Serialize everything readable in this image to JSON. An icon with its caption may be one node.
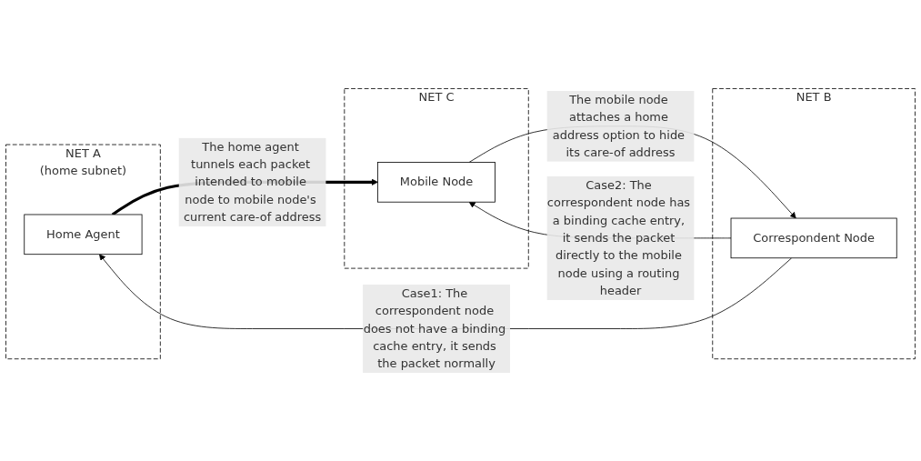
{
  "diagram": {
    "nodes": [
      {
        "text": [
          "NET A",
          "(home subnet)"
        ]
      },
      {
        "text": [
          "Home Agent"
        ],
        "in": 0
      },
      {
        "text": [
          "NET B"
        ]
      },
      {
        "text": [
          "Correspondent Node"
        ],
        "in": 2
      },
      {
        "text": [
          "NET C"
        ]
      },
      {
        "text": [
          "Mobile Node"
        ],
        "in": 4
      }
    ],
    "edges": [
      {
        "from": 3,
        "to": 1,
        "arrow": "to",
        "label": "Case1: The correspondent node does not have a binding cache entry, it sends the packet normally"
      },
      {
        "from": 5,
        "to": 3,
        "arrow": "to",
        "label": "The mobile node attaches a home address option to hide its care-of address"
      },
      {
        "from": 3,
        "to": 5,
        "arrow": "to",
        "label": "Case2: The correspondent node has a binding cache entry, it sends the packet directly to the mobile node using a routing header"
      },
      {
        "from": 1,
        "to": 5,
        "arrow": "to",
        "style": "thick",
        "label": "The home agent tunnels each packet intended to mobile node to mobile node's current care-of address"
      }
    ]
  }
}
